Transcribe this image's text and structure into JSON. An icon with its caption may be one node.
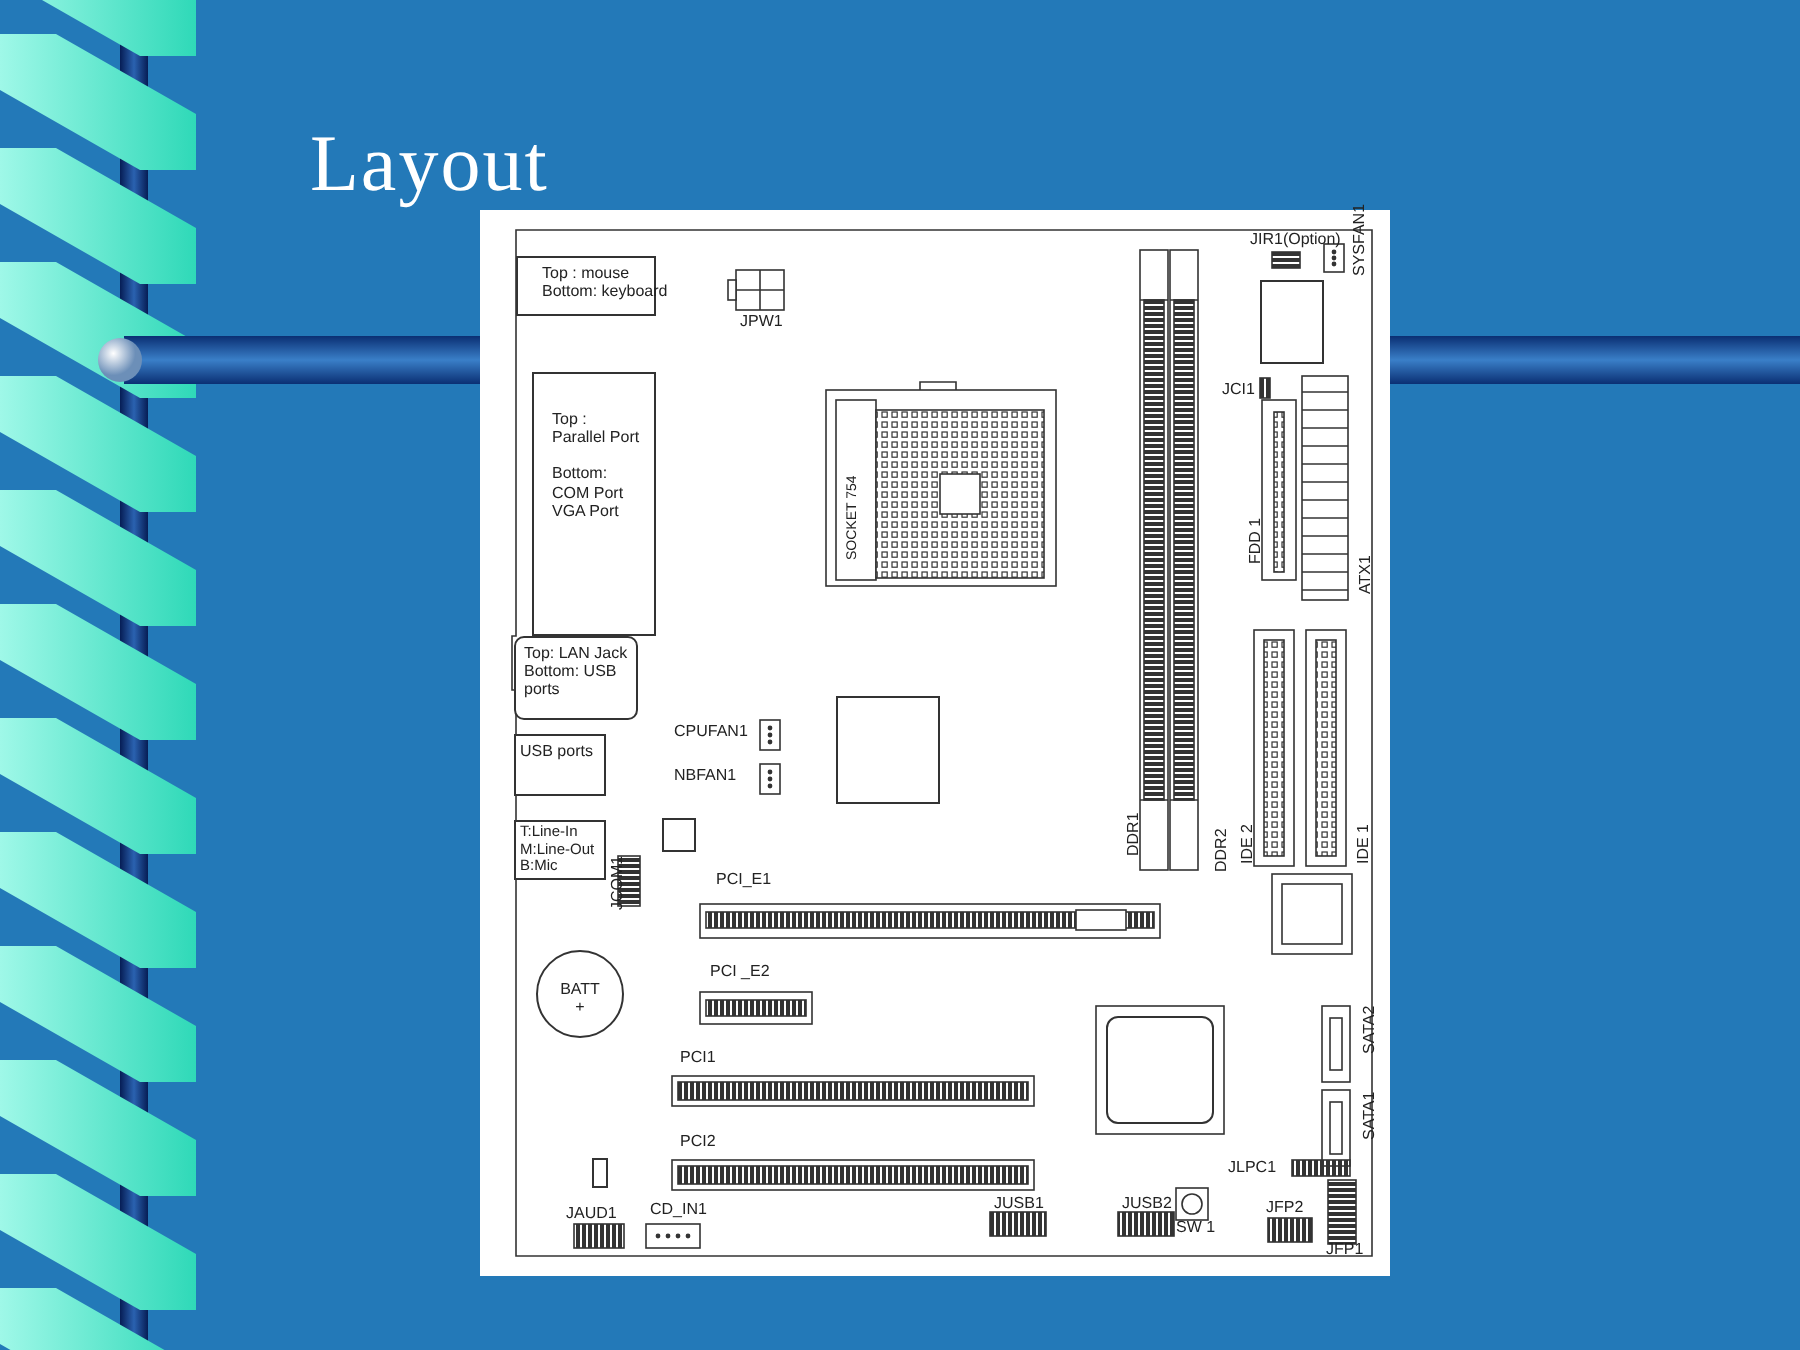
{
  "diagram": {
    "title": "Layout",
    "nodes": [
      {
        "text": [
          "Top : mouse",
          "Bottom: keyboard"
        ]
      },
      {
        "text": [
          "Top :",
          "Parallel Port",
          "Bottom:",
          "COM Port",
          "VGA Port"
        ]
      },
      {
        "text": [
          "SOCKET 754"
        ]
      },
      {
        "text": [],
        "shape": "box"
      },
      {
        "text": [
          "Top: LAN Jack",
          "Bottom: USB ports"
        ]
      },
      {
        "text": [
          "USB ports"
        ]
      },
      {
        "text": [],
        "shape": "box"
      },
      {
        "text": [
          "T:Line-In",
          "M:Line-Out",
          "B:Mic"
        ]
      },
      {
        "text": [],
        "shape": "box"
      },
      {
        "text": [
          "BATT",
          "+"
        ]
      },
      {
        "text": [],
        "shape": "box"
      },
      {
        "text": [],
        "shape": "box"
      }
    ],
    "labels": [
      "JIR1(Option)",
      "SYSFAN1",
      "JPW1",
      "JCI1",
      "FDD 1",
      "ATX1",
      "CPUFAN1",
      "NBFAN1",
      "DDR1",
      "DDR2",
      "IDE 2",
      "IDE 1",
      "JCOM1",
      "PCI_E1",
      "PCI _E2",
      "SATA2",
      "SATA1",
      "PCI1",
      "PCI2",
      "JLPC1",
      "JAUD1",
      "CD_IN1",
      "JUSB1",
      "JUSB2",
      "SW 1",
      "JFP2",
      "JFP1"
    ]
  }
}
